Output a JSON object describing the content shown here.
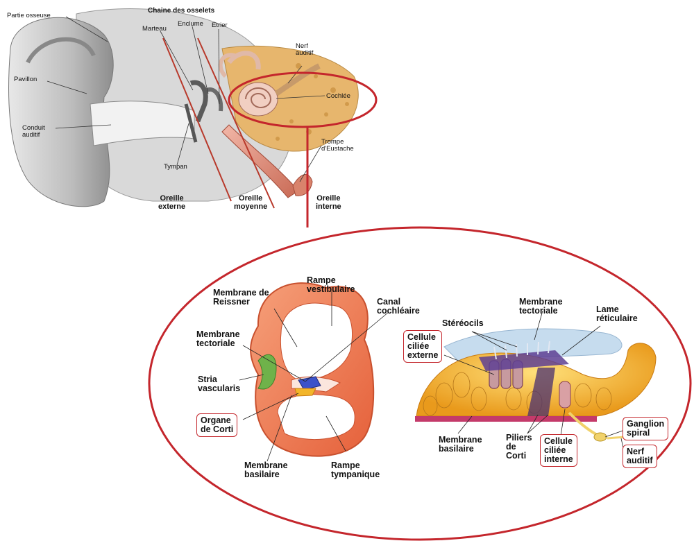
{
  "top_diagram": {
    "title": "Chaine des osselets",
    "labels": {
      "partie_osseuse": "Partie osseuse",
      "marteau": "Marteau",
      "enclume": "Enclume",
      "etrier": "Etrier",
      "nerf_auditif": "Nerf\nauditif",
      "pavillon": "Pavillon",
      "cochlee": "Cochlée",
      "conduit_auditif": "Conduit\nauditif",
      "trompe": "Trompe\nd'Eustache",
      "tympan": "Tympan"
    },
    "zones": {
      "externe": "Oreille\nexterne",
      "moyenne": "Oreille\nmoyenne",
      "interne": "Oreille\ninterne"
    }
  },
  "cochlea_section": {
    "labels": {
      "membrane_reissner": "Membrane de\nReissner",
      "rampe_vestibulaire": "Rampe\nvestibulaire",
      "canal_cochleaire": "Canal\ncochléaire",
      "membrane_tectoriale": "Membrane\ntectoriale",
      "stria_vascularis": "Stria\nvascularis",
      "organe_corti": "Organe\nde Corti",
      "membrane_basilaire": "Membrane\nbasilaire",
      "rampe_tympanique": "Rampe\ntympanique"
    }
  },
  "corti_detail": {
    "labels": {
      "membrane_tectoriale": "Membrane\ntectoriale",
      "stereocils": "Stéréocils",
      "lame_reticulaire": "Lame\nréticulaire",
      "cellule_externe": "Cellule\nciliée\nexterne",
      "membrane_basilaire": "Membrane\nbasilaire",
      "piliers_corti": "Piliers\nde\nCorti",
      "cellule_interne": "Cellule\nciliée\ninterne",
      "ganglion_spiral": "Ganglion\nspiral",
      "nerf_auditif": "Nerf\nauditif"
    }
  },
  "colors": {
    "highlight_red": "#c4262c",
    "membrane_orange": "#f07a4a",
    "bone_tan": "#e9c58a",
    "stria_green": "#6fb24a",
    "corti_yellow": "#f2b52a"
  }
}
